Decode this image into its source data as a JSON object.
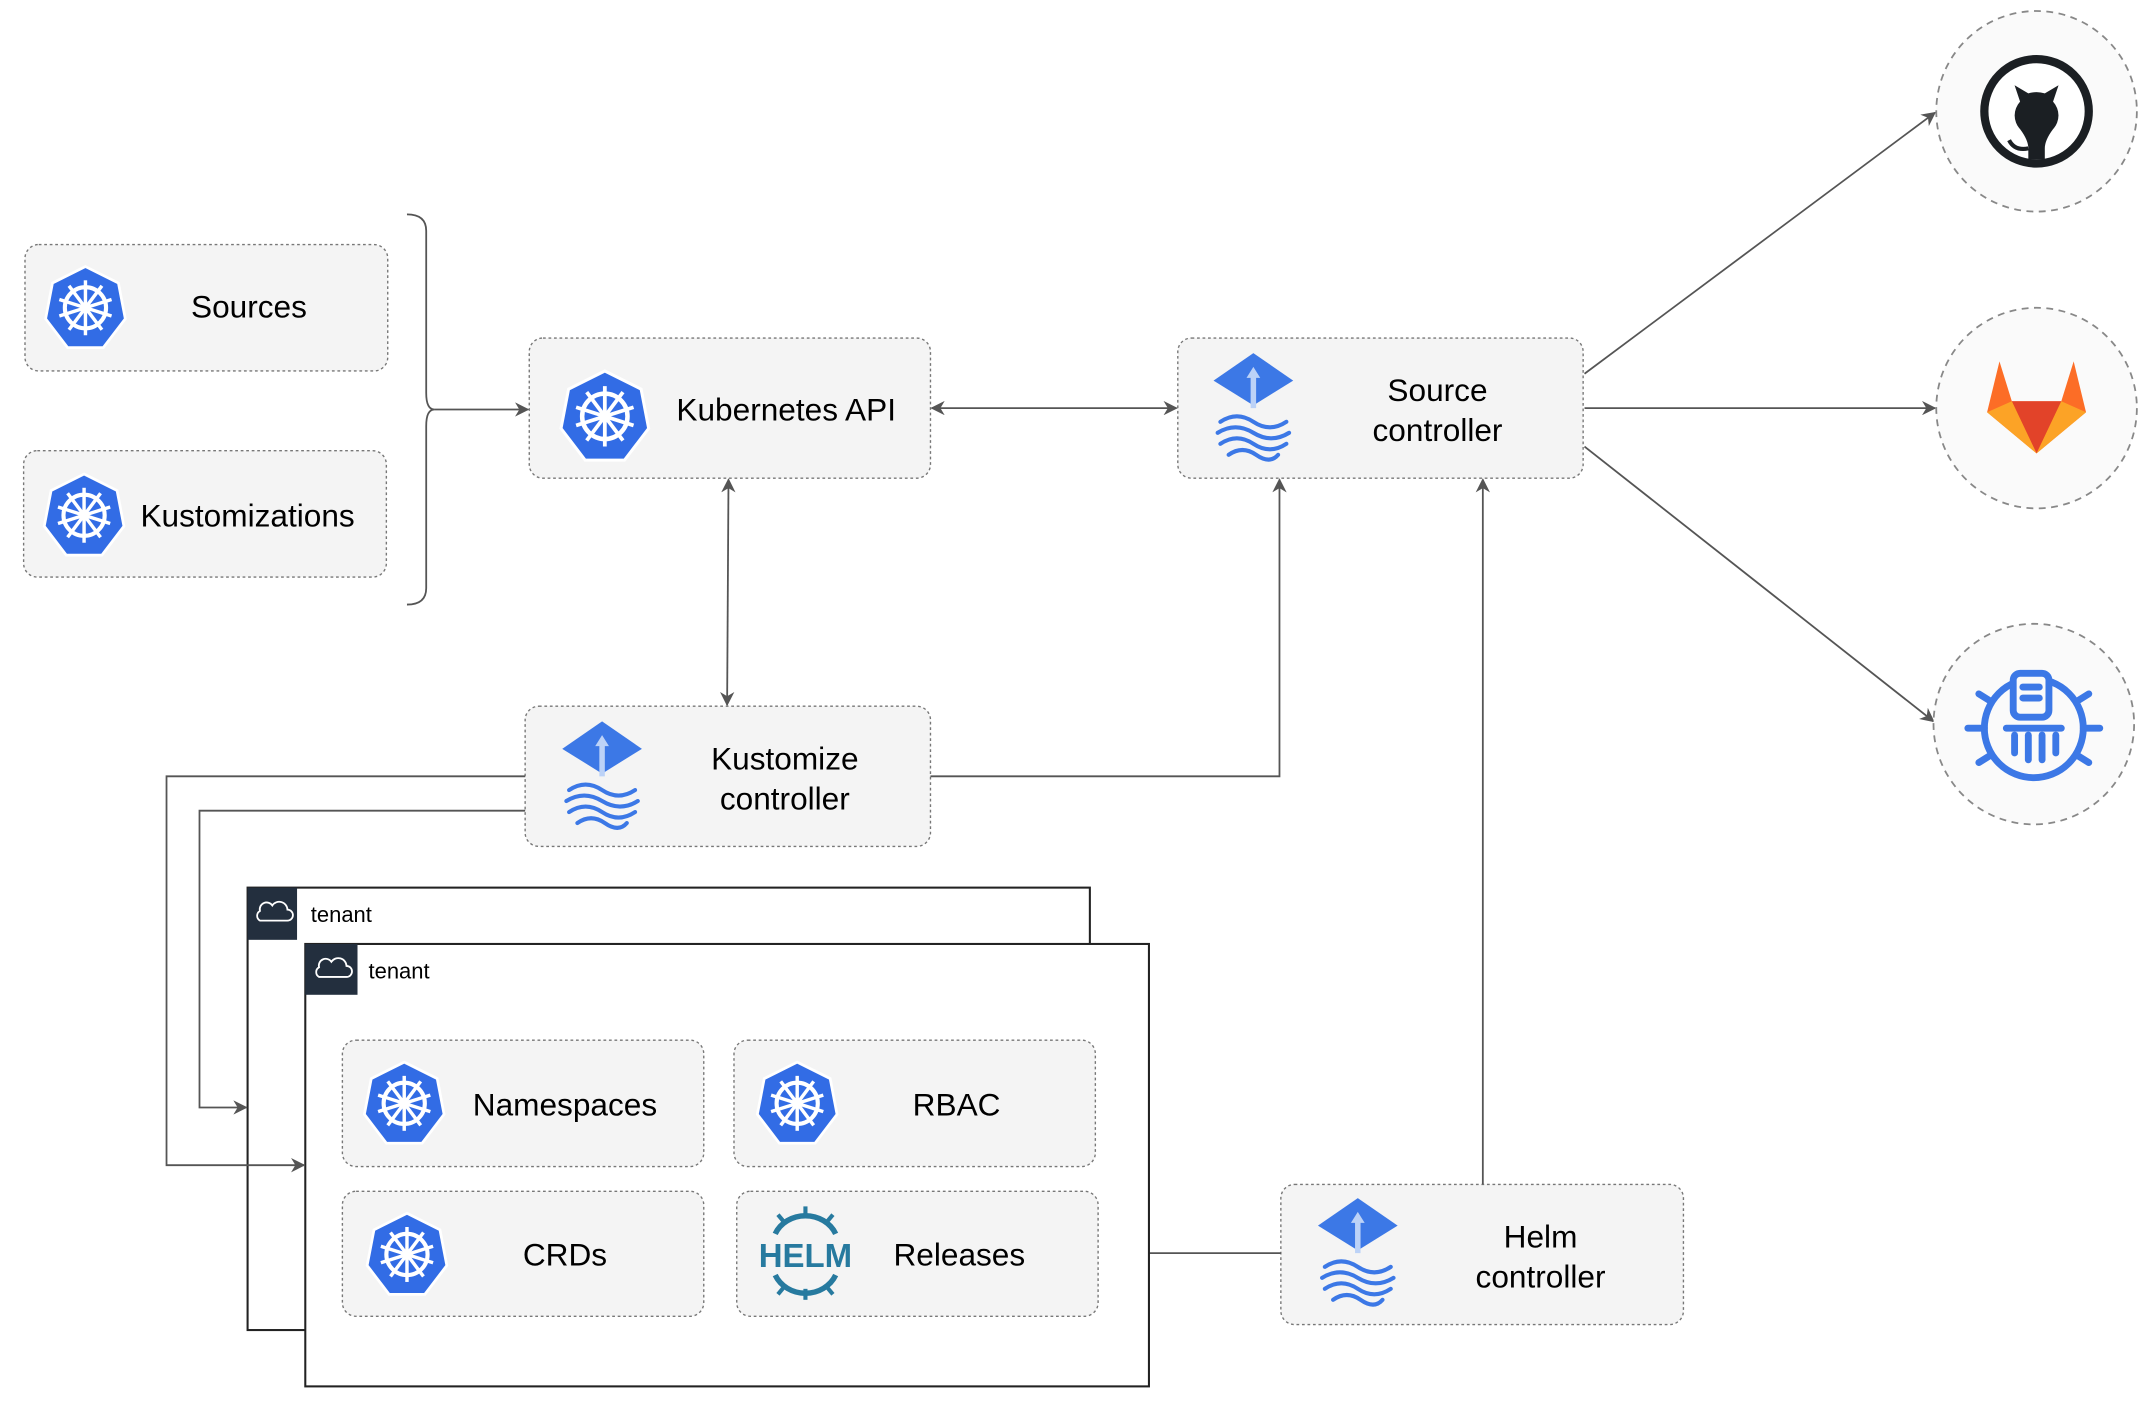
{
  "nodes": {
    "sources": "Sources",
    "kustomizations": "Kustomizations",
    "kubernetes_api": "Kubernetes API",
    "source_controller": [
      "Source",
      "controller"
    ],
    "kustomize_controller": [
      "Kustomize",
      "controller"
    ],
    "helm_controller": [
      "Helm",
      "controller"
    ],
    "namespaces": "Namespaces",
    "rbac": "RBAC",
    "crds": "CRDs",
    "releases": "Releases",
    "helm_logo": "HELM"
  },
  "tenants": [
    "tenant",
    "tenant"
  ],
  "external_sources": [
    "github-icon",
    "gitlab-icon",
    "bucket-icon"
  ],
  "colors": {
    "k8s_blue": "#326ce5",
    "flux_blue": "#3c78e6",
    "helm_teal": "#277a9f",
    "gitlab_orange": "#e24329",
    "github_dark": "#1b1f23",
    "tenant_header": "#232f3e"
  }
}
